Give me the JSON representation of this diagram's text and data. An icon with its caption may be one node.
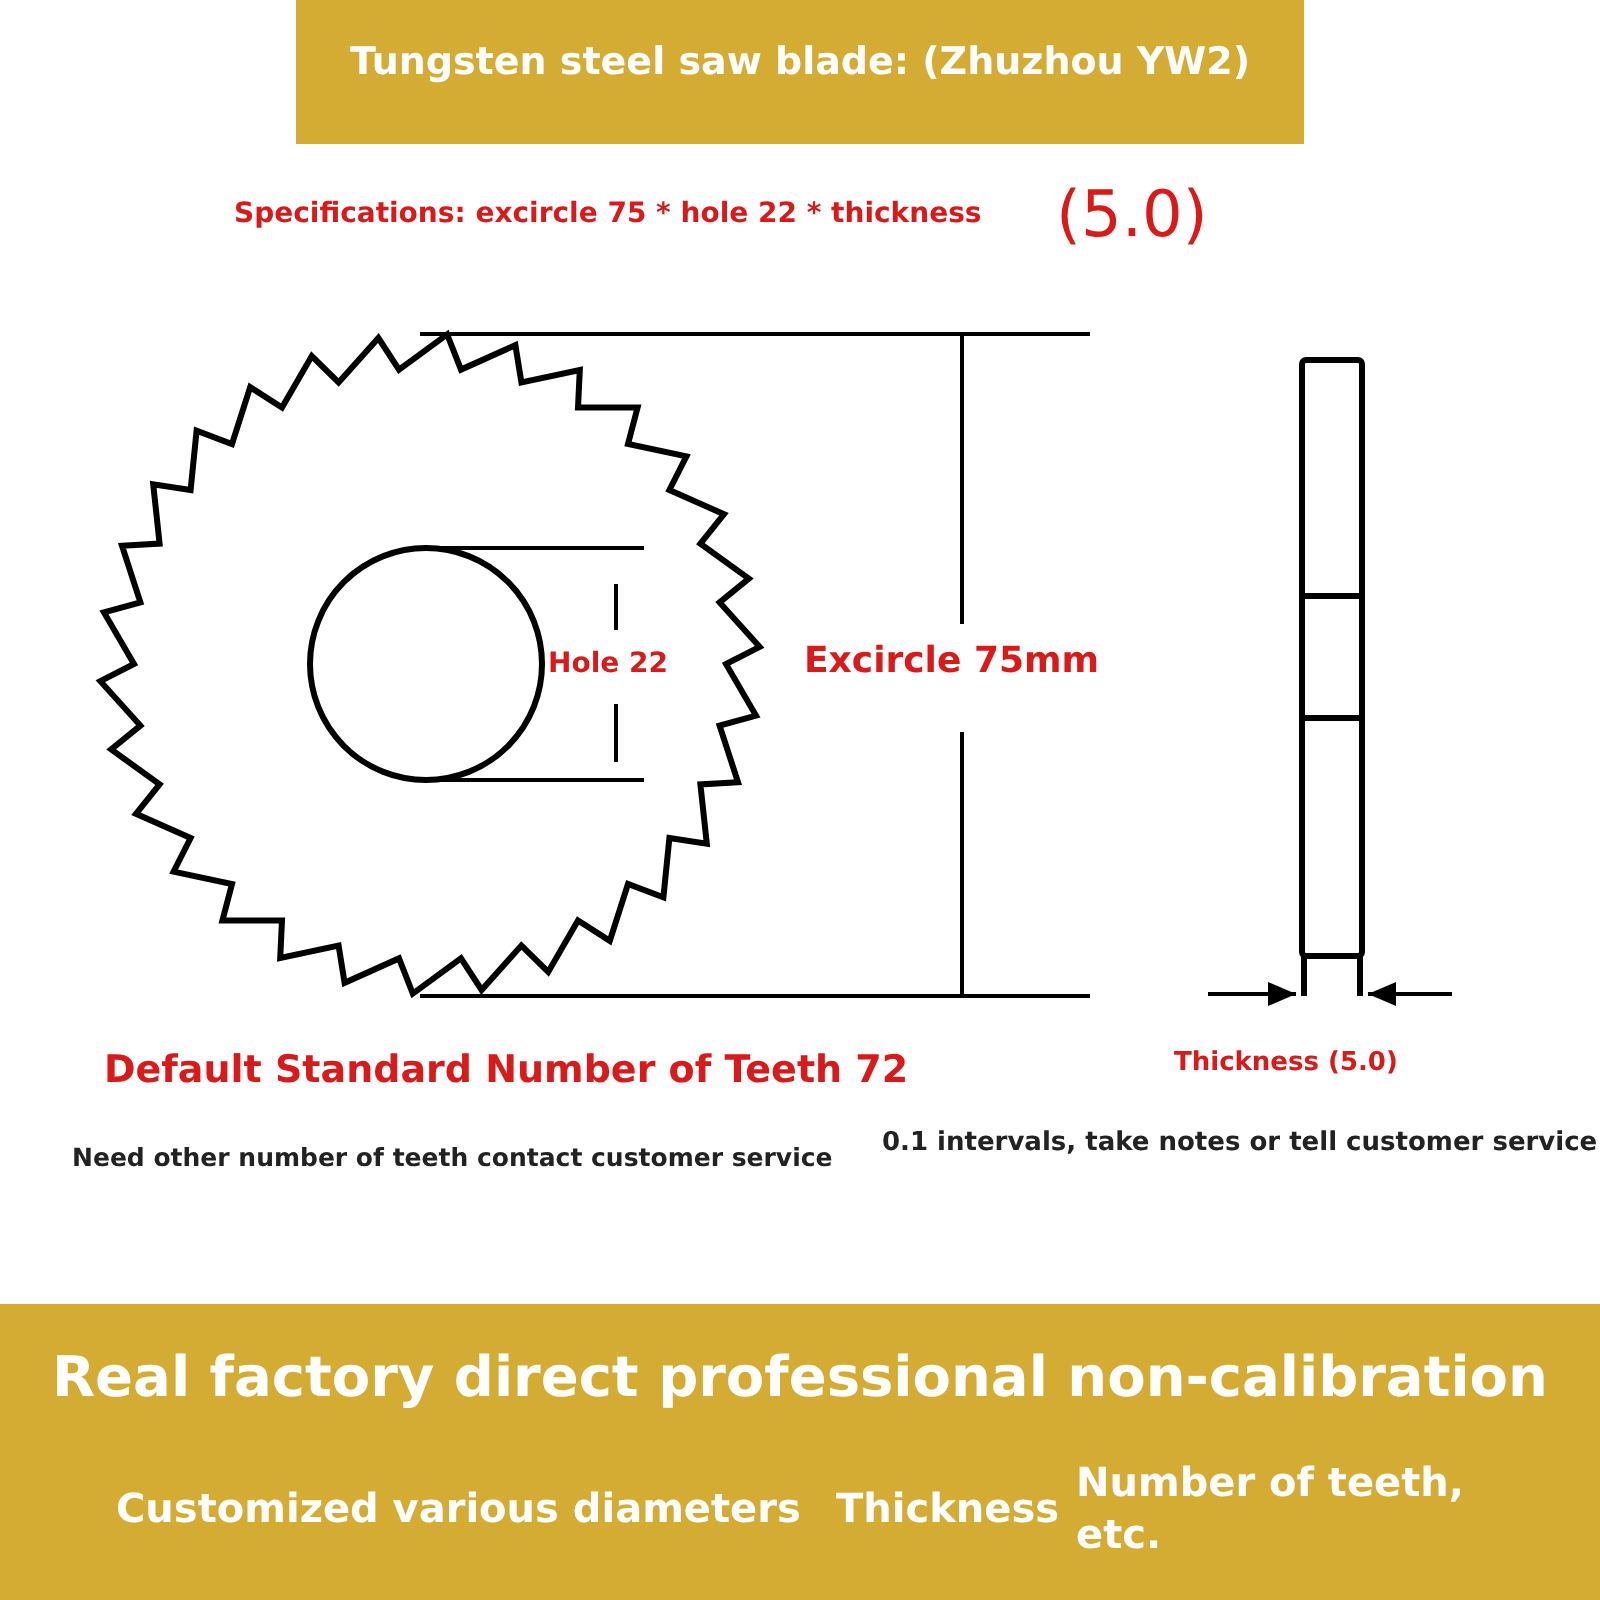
{
  "diagram": {
    "nodes": [
      {
        "text": [
          "Tungsten steel saw blade: (Zhuzhou YW2)"
        ]
      },
      {
        "text": [
          "Real factory direct professional non-calibration",
          "Customized various diameters",
          "Thickness",
          "Number of teeth, etc."
        ]
      }
    ],
    "labels": [
      "Specifications: excircle 75 * hole 22 * thickness",
      "(5.0)",
      "Hole 22",
      "Excircle 75mm",
      "Default Standard Number of Teeth 72",
      "Thickness (5.0)",
      "Need other number of teeth contact customer service",
      "0.1 intervals, take notes or tell customer service"
    ]
  }
}
